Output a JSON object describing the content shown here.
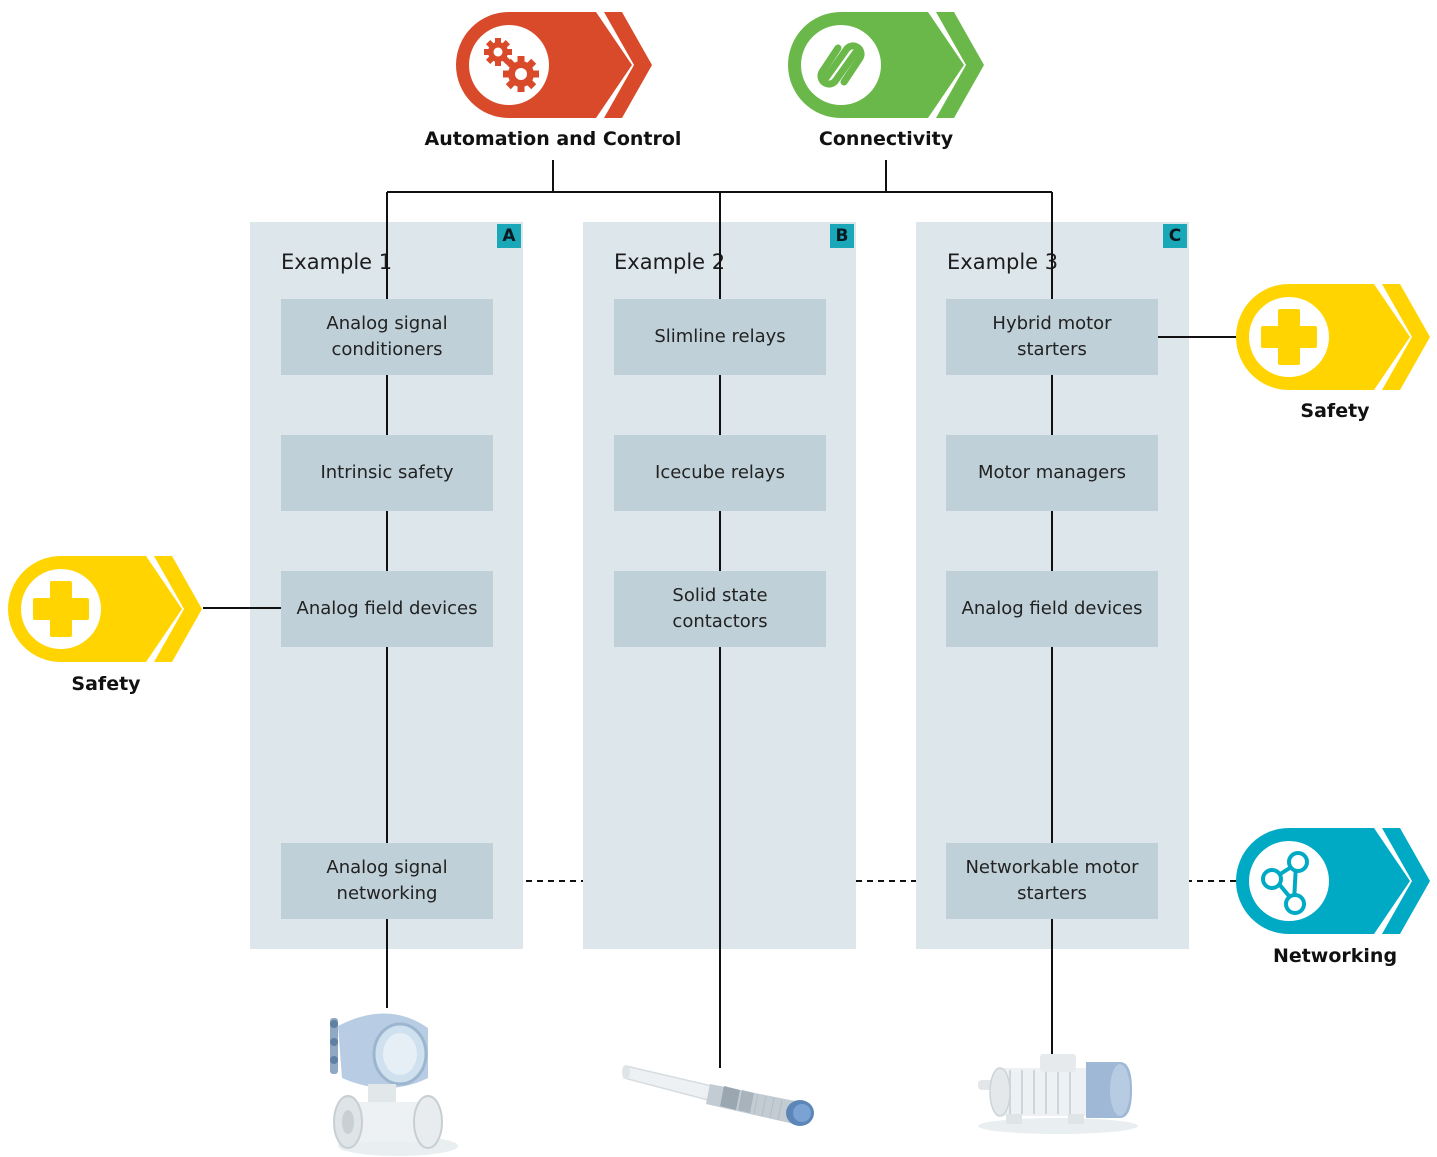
{
  "top_badges": {
    "automation": {
      "label": "Automation and Control",
      "icon": "gears-icon",
      "color": "#d94a2b"
    },
    "connectivity": {
      "label": "Connectivity",
      "icon": "chain-link-icon",
      "color": "#6ab84a"
    }
  },
  "side_badges": {
    "safety_right": {
      "label": "Safety",
      "icon": "plus-cross-icon",
      "color": "#ffd400"
    },
    "safety_left": {
      "label": "Safety",
      "icon": "plus-cross-icon",
      "color": "#ffd400"
    },
    "networking": {
      "label": "Networking",
      "icon": "network-nodes-icon",
      "color": "#00aac4"
    }
  },
  "examples": [
    {
      "letter": "A",
      "title": "Example 1",
      "items": [
        "Analog signal conditioners",
        "Intrinsic safety",
        "Analog field devices",
        "Analog signal networking"
      ],
      "product": "flowmeter"
    },
    {
      "letter": "B",
      "title": "Example 2",
      "items": [
        "Slimline relays",
        "Icecube relays",
        "Solid state contactors"
      ],
      "product": "proximity-sensor"
    },
    {
      "letter": "C",
      "title": "Example 3",
      "items": [
        "Hybrid motor starters",
        "Motor managers",
        "Analog field devices",
        "Networkable motor starters"
      ],
      "product": "electric-motor"
    }
  ]
}
